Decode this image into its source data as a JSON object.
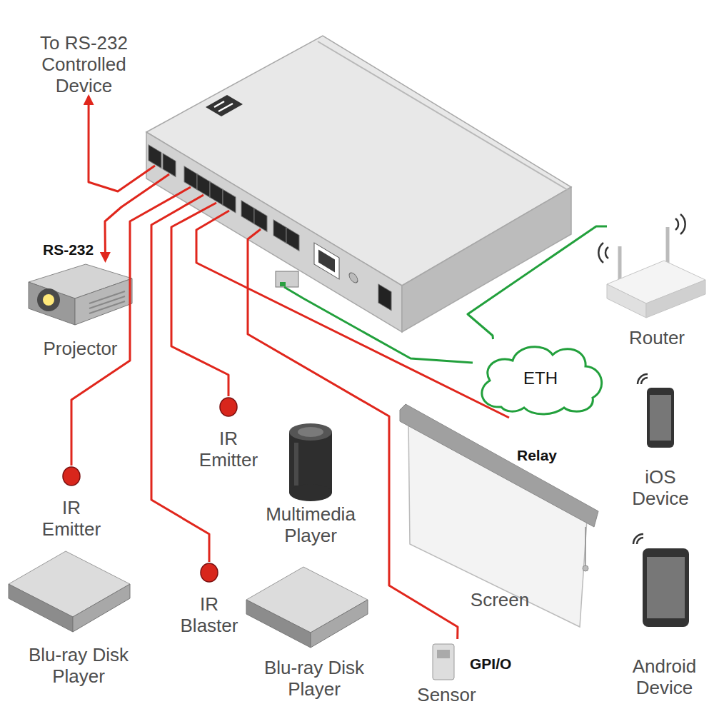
{
  "diagram": {
    "nodes": [
      {
        "text": []
      },
      {
        "text": [
          "To RS-232 Controlled Device"
        ]
      },
      {
        "text": [
          "Projector"
        ]
      },
      {
        "text": [
          "IR Emitter"
        ]
      },
      {
        "text": [
          "IR Emitter"
        ]
      },
      {
        "text": [
          "IR Blaster"
        ]
      },
      {
        "text": [
          "Multimedia Player"
        ]
      },
      {
        "text": [
          "Blu-ray Disk Player"
        ]
      },
      {
        "text": [
          "Blu-ray Disk Player"
        ]
      },
      {
        "text": [
          "Screen"
        ]
      },
      {
        "text": [
          "Sensor"
        ]
      },
      {
        "text": [
          "ETH"
        ]
      },
      {
        "text": [
          "Router"
        ]
      },
      {
        "text": [
          "iOS Device"
        ]
      },
      {
        "text": [
          "Android Device"
        ]
      }
    ],
    "edges": [
      {
        "from": 0,
        "to": 1,
        "arrow": "to"
      },
      {
        "from": 0,
        "to": 2,
        "label": "RS-232",
        "arrow": "to"
      },
      {
        "from": 0,
        "to": 3,
        "arrow": "none"
      },
      {
        "from": 0,
        "to": 4,
        "arrow": "none"
      },
      {
        "from": 0,
        "to": 5,
        "arrow": "none"
      },
      {
        "from": 0,
        "to": 9,
        "label": "Relay",
        "arrow": "none"
      },
      {
        "from": 0,
        "to": 10,
        "label": "GPI/O",
        "arrow": "none"
      },
      {
        "from": 0,
        "to": 11,
        "arrow": "none"
      },
      {
        "from": 12,
        "to": 11,
        "arrow": "none"
      }
    ]
  }
}
